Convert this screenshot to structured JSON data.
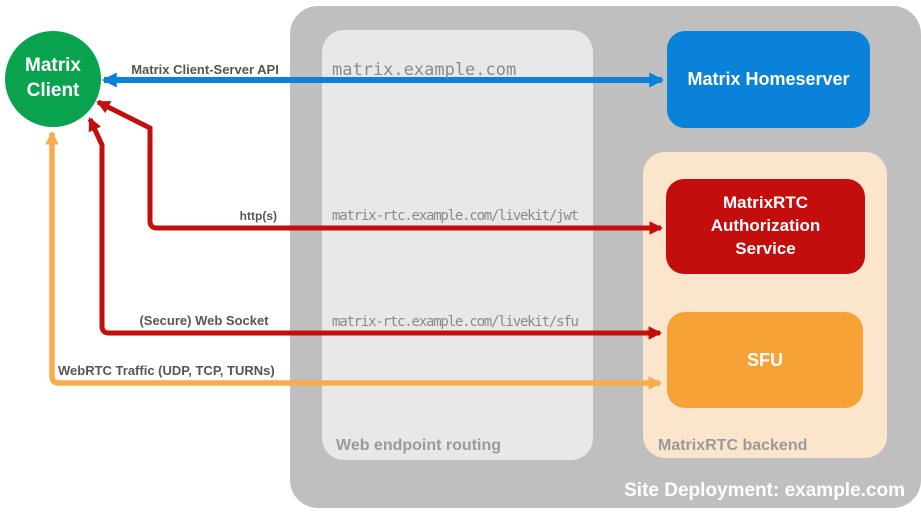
{
  "colors": {
    "green": "#09a24e",
    "blue": "#0a82da",
    "red": "#c40d0d",
    "orange": "#f7a236",
    "orange_arrow": "#f9ac4d",
    "container_gray": "#bfbfbf",
    "routing_gray": "#e8e8e8",
    "backend_peach": "#fce5cd",
    "label_dark": "#565656",
    "label_muted": "#8a8a8a",
    "caption_gray": "#9a9a9a"
  },
  "client": {
    "label": "Matrix Client"
  },
  "nodes": {
    "homeserver": {
      "label": "Matrix Homeserver"
    },
    "auth": {
      "label": "MatrixRTC Authorization Service"
    },
    "sfu": {
      "label": "SFU"
    }
  },
  "captions": {
    "routing": "Web endpoint routing",
    "backend": "MatrixRTC backend",
    "site": "Site Deployment: example.com"
  },
  "edges": {
    "cs_api": {
      "label": "Matrix Client-Server API",
      "endpoint": "matrix.example.com"
    },
    "http": {
      "label": "http(s)",
      "endpoint": "matrix-rtc.example.com/livekit/jwt"
    },
    "websocket": {
      "label": "(Secure) Web Socket",
      "endpoint": "matrix-rtc.example.com/livekit/sfu"
    },
    "webrtc": {
      "label": "WebRTC Traffic (UDP, TCP, TURNs)"
    }
  }
}
